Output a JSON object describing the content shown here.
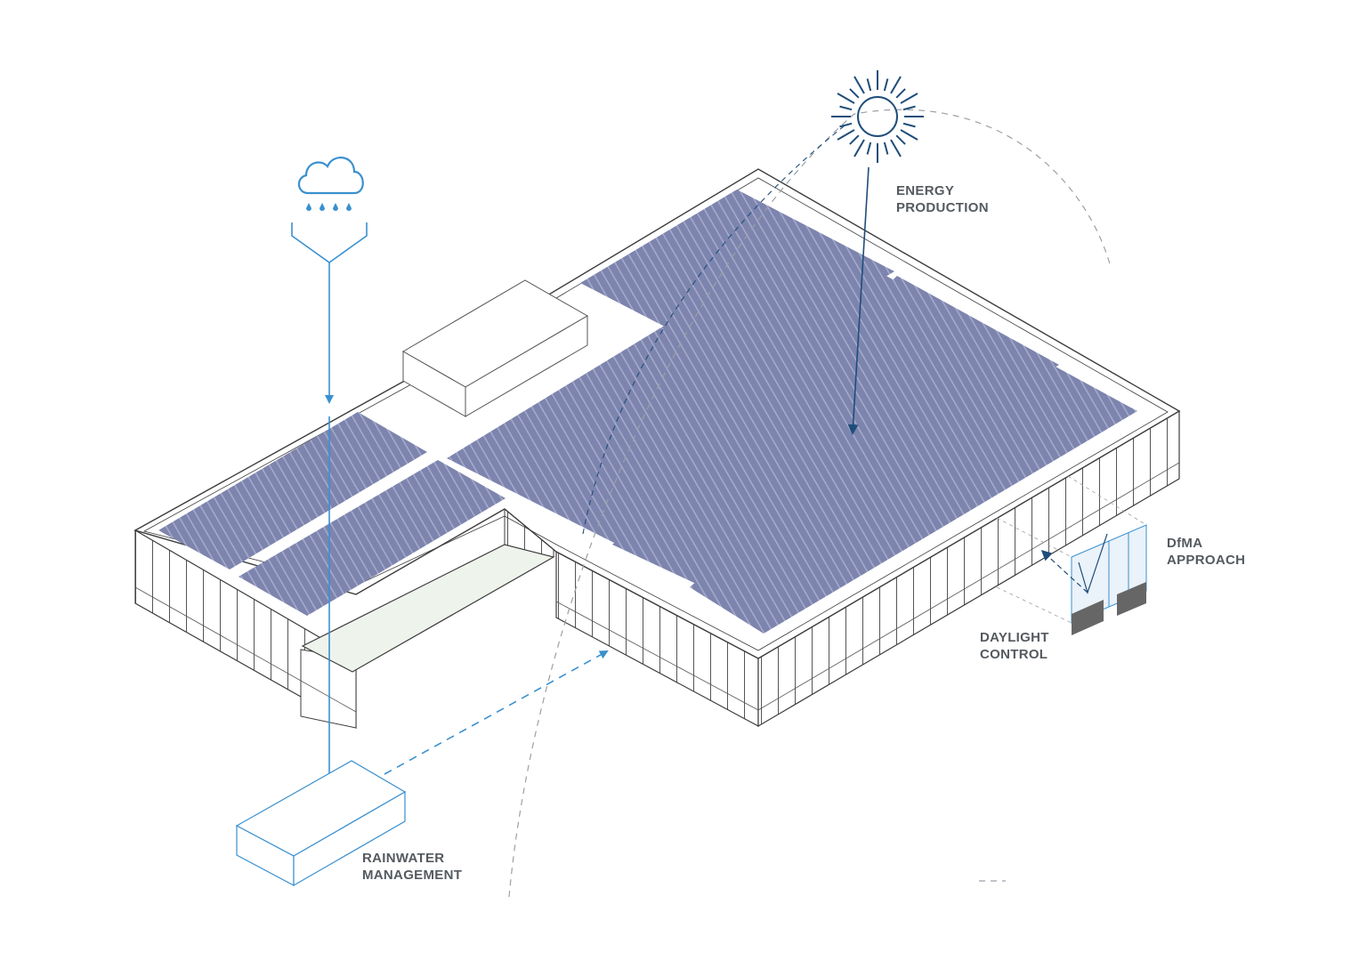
{
  "labels": {
    "energy": [
      "ENERGY",
      "PRODUCTION"
    ],
    "dfma": [
      "DfMA",
      "APPROACH"
    ],
    "daylight": [
      "DAYLIGHT",
      "CONTROL"
    ],
    "rainwater": [
      "RAINWATER",
      "MANAGEMENT"
    ]
  },
  "icons": [
    "sun-icon",
    "rain-cloud-icon"
  ],
  "colors": {
    "panel": "#7d84ad",
    "panel_stripe": "#a4aacb",
    "water": "#3a90cf",
    "energy": "#1f4d7a",
    "outline": "#3c3c3c",
    "label": "#555a5f",
    "courtyard_glass": "#eef3ec"
  }
}
